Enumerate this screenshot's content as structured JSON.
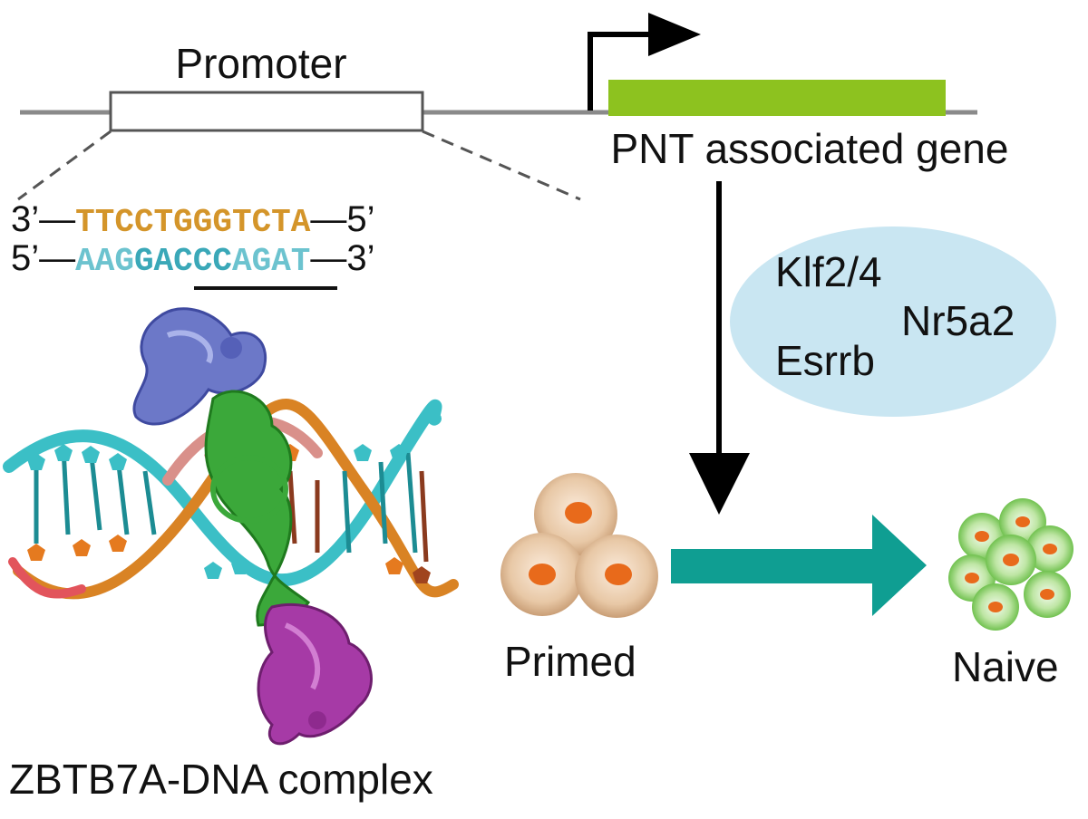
{
  "labels": {
    "promoter": "Promoter",
    "gene": "PNT associated gene",
    "complex": "ZBTB7A-DNA complex",
    "primed": "Primed",
    "naive": "Naive"
  },
  "sequence": {
    "top_prefix": "3’—",
    "top_bases": "TTCCTGGGTCTA",
    "top_suffix": "—5’",
    "bottom_prefix": "5’—",
    "bottom_bases_pre": "AAG",
    "bottom_bases_motif": "GACCC",
    "bottom_bases_post": "AGAT",
    "bottom_suffix": "—3’"
  },
  "factors": {
    "klf": "Klf2/4",
    "nr5a2": "Nr5a2",
    "esrrb": "Esrrb"
  },
  "colors": {
    "top_strand": "#D4952A",
    "bottom_strand": "#6CC3CF",
    "gene_bar": "#8DC21F",
    "arrow_teal": "#0F9E92",
    "factor_oval": "#C9E6F2",
    "primed_cell": "#E8C8A6",
    "nucleus": "#E86A1B",
    "naive_cell": "#8FD16A"
  }
}
